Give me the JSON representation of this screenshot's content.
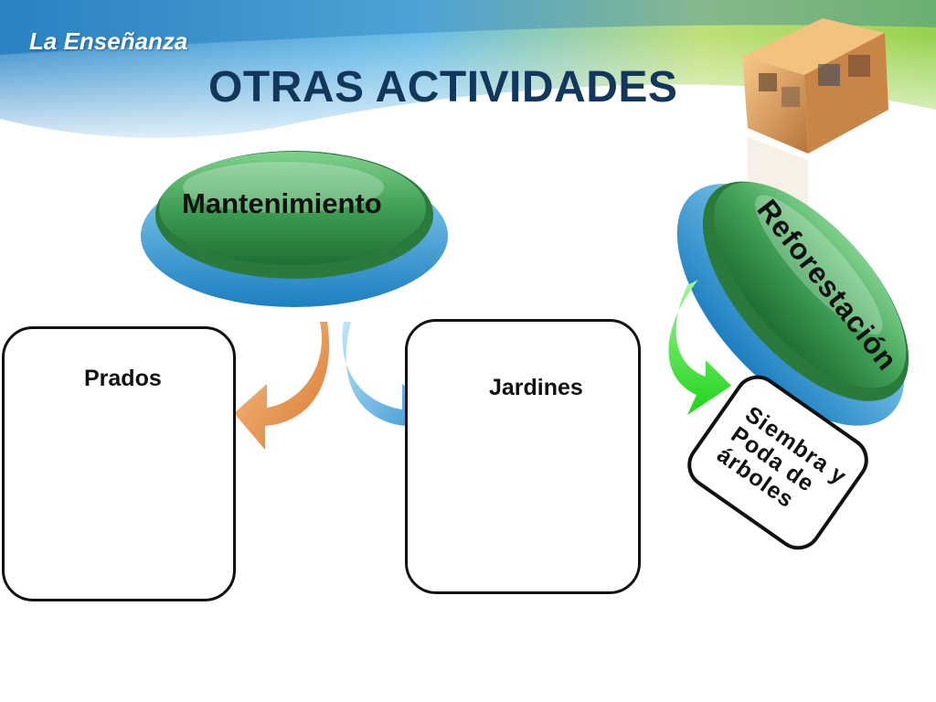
{
  "header": {
    "brand": "La Enseñanza",
    "title": "OTRAS ACTIVIDADES"
  },
  "nodes": {
    "mantenimiento": "Mantenimiento",
    "reforestacion": "Reforestación"
  },
  "cards": {
    "prados": "Prados",
    "jardines": "Jardines"
  },
  "siembra": {
    "lines": [
      "Siembra y",
      "Poda de",
      "árboles"
    ]
  },
  "colors": {
    "title": "#12365c",
    "node_green": "#2f8a45",
    "node_blue": "#2f98d0",
    "arrow_orange": "#e8914a",
    "arrow_blue": "#4ba6d8",
    "arrow_green": "#2ee82a"
  },
  "icons": {
    "cube": "photo-cube-icon"
  }
}
